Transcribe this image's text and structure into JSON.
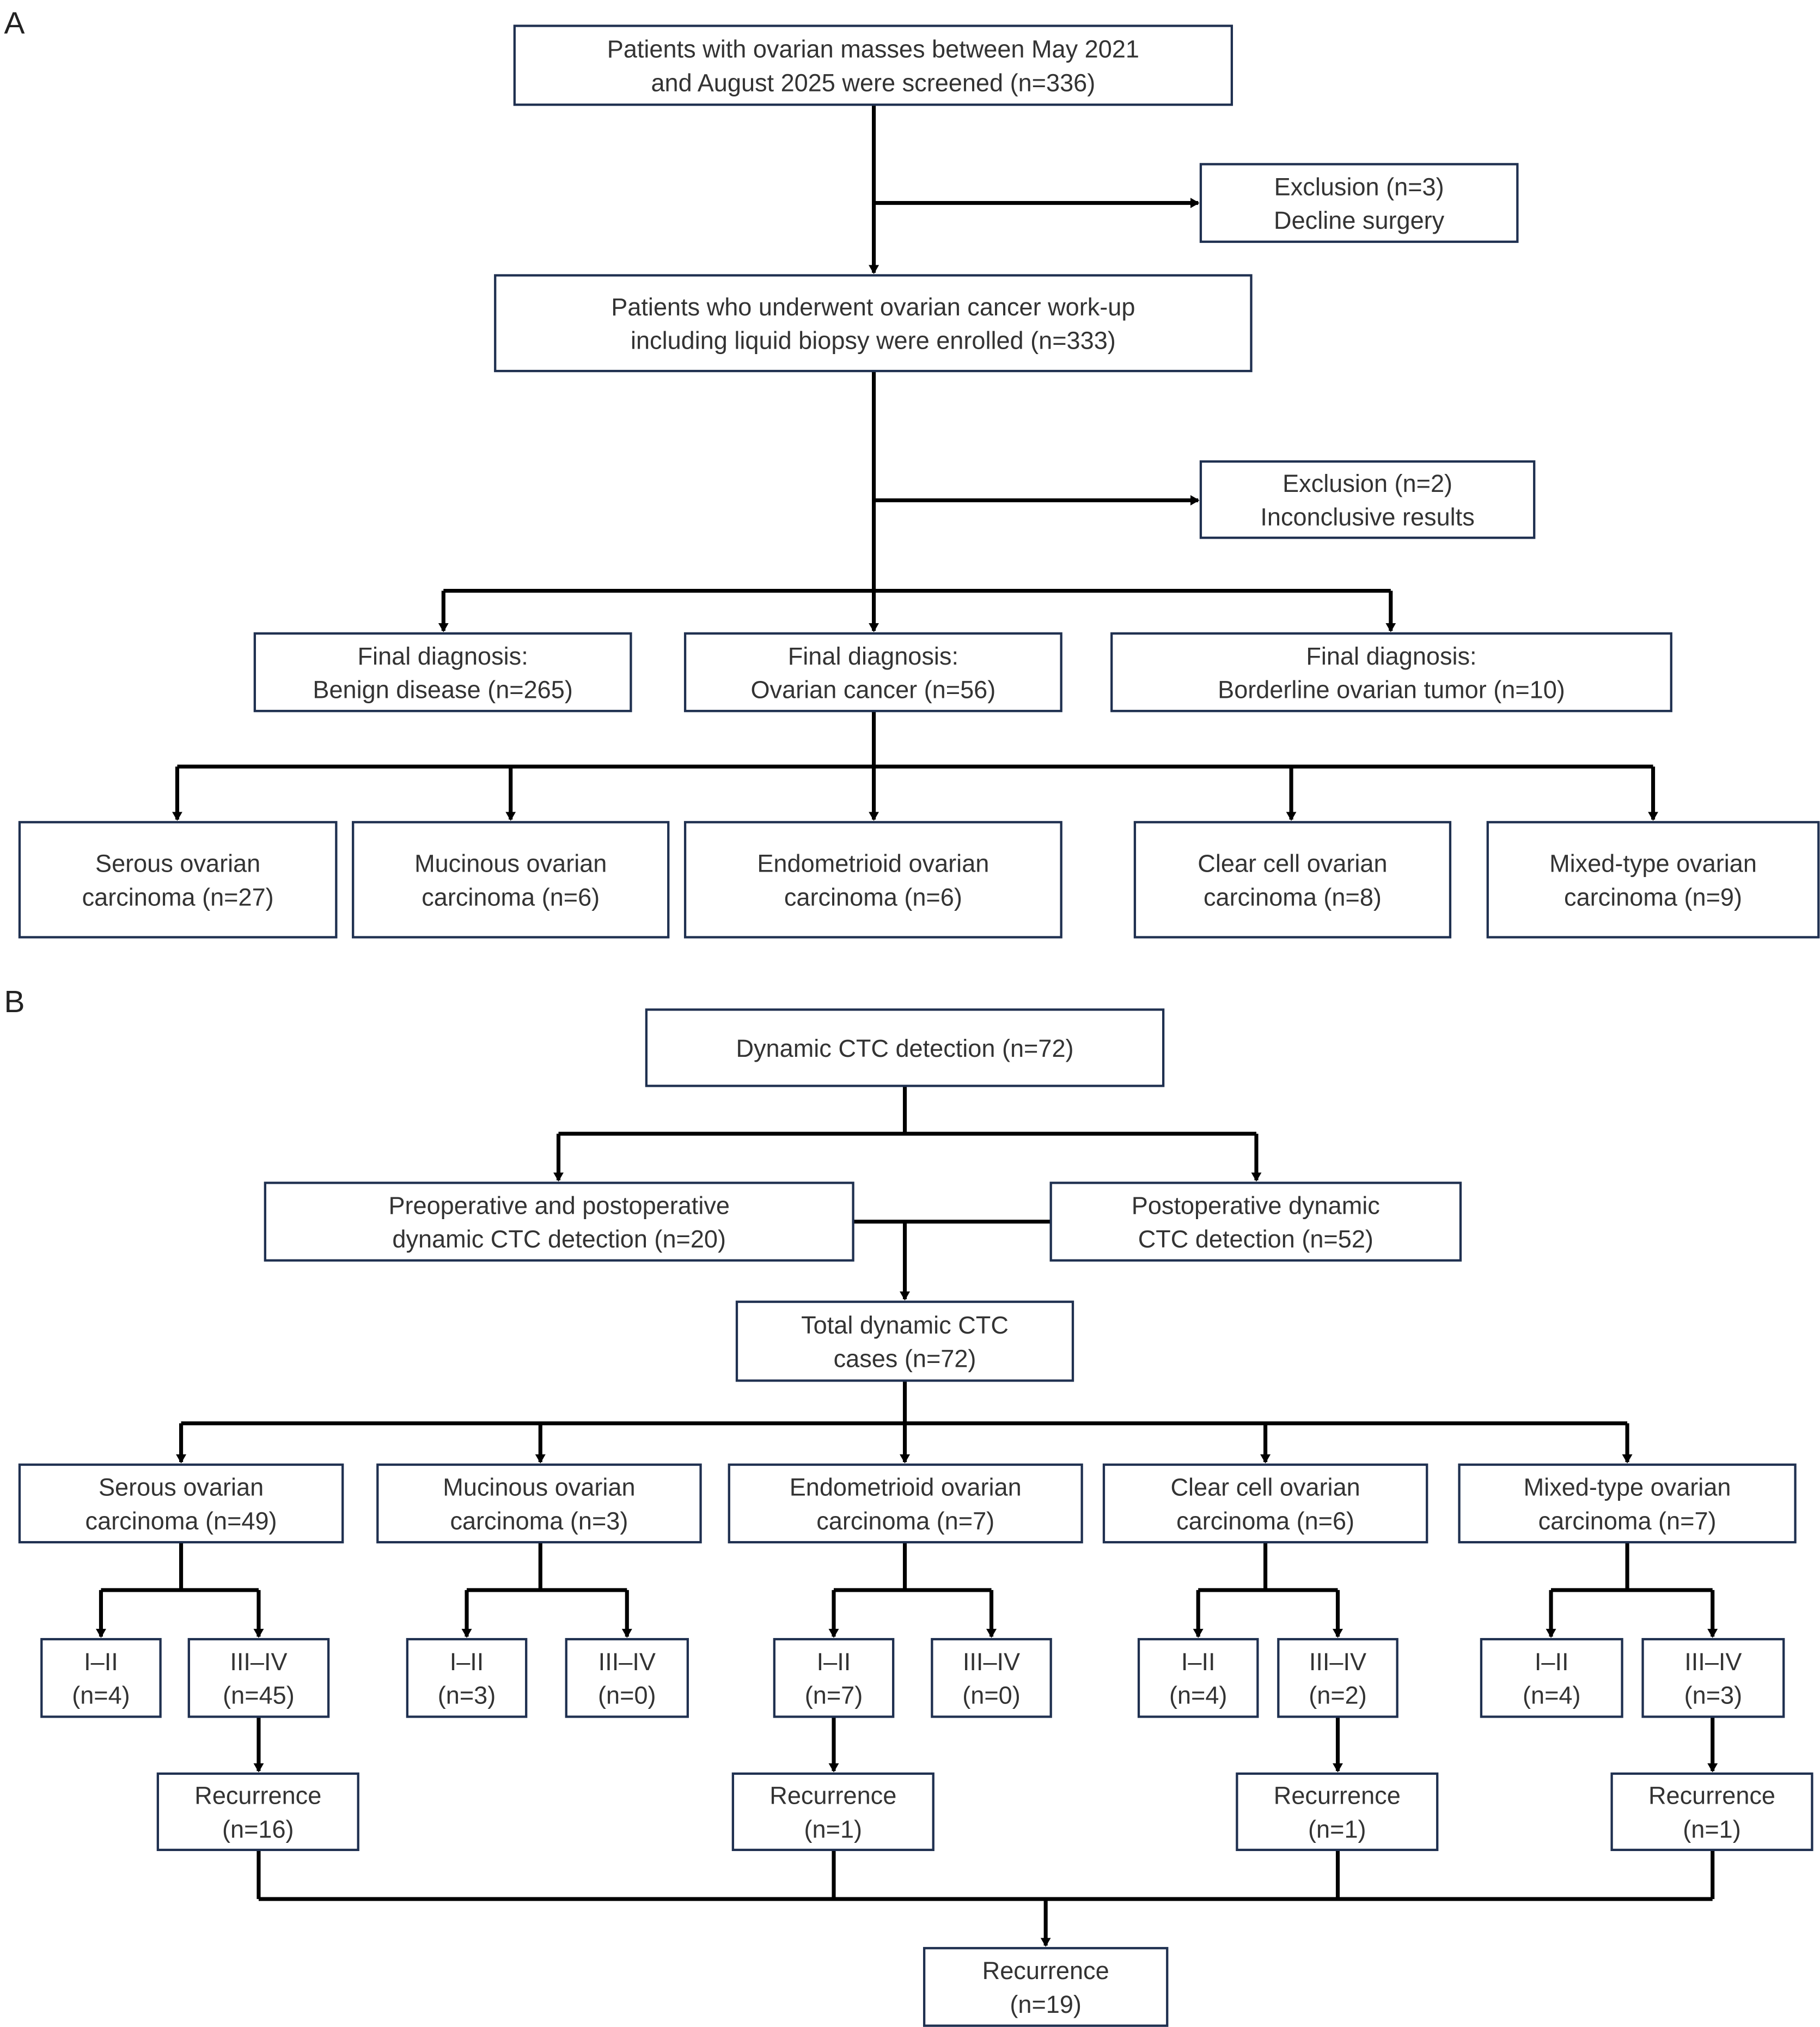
{
  "panel_a": {
    "label": "A",
    "screened": [
      "Patients with ovarian masses between May 2021",
      "and August 2025 were screened (n=336)"
    ],
    "exclusion_1": [
      "Exclusion (n=3)",
      "Decline surgery"
    ],
    "enrolled": [
      "Patients who underwent ovarian cancer work-up",
      "including liquid biopsy were enrolled (n=333)"
    ],
    "exclusion_2": [
      "Exclusion (n=2)",
      "Inconclusive results"
    ],
    "benign": [
      "Final diagnosis:",
      "Benign disease (n=265)"
    ],
    "cancer": [
      "Final diagnosis:",
      "Ovarian cancer (n=56)"
    ],
    "borderline": [
      "Final diagnosis:",
      "Borderline ovarian tumor (n=10)"
    ],
    "serous": [
      "Serous ovarian",
      "carcinoma (n=27)"
    ],
    "mucinous": [
      "Mucinous ovarian",
      "carcinoma (n=6)"
    ],
    "endometrioid": [
      "Endometrioid ovarian",
      "carcinoma (n=6)"
    ],
    "clear_cell": [
      "Clear cell ovarian",
      "carcinoma (n=8)"
    ],
    "mixed": [
      "Mixed-type ovarian",
      "carcinoma (n=9)"
    ]
  },
  "panel_b": {
    "label": "B",
    "dynamic": [
      "Dynamic CTC detection (n=72)"
    ],
    "pre_post": [
      "Preoperative and postoperative",
      "dynamic CTC detection (n=20)"
    ],
    "post": [
      "Postoperative dynamic",
      "CTC detection (n=52)"
    ],
    "total": [
      "Total dynamic CTC",
      "cases (n=72)"
    ],
    "serous": [
      "Serous ovarian",
      "carcinoma (n=49)"
    ],
    "mucinous": [
      "Mucinous ovarian",
      "carcinoma (n=3)"
    ],
    "endometrioid": [
      "Endometrioid ovarian",
      "carcinoma (n=7)"
    ],
    "clear_cell": [
      "Clear cell ovarian",
      "carcinoma (n=6)"
    ],
    "mixed": [
      "Mixed-type ovarian",
      "carcinoma (n=7)"
    ],
    "serous_early": [
      "I–II",
      "(n=4)"
    ],
    "serous_late": [
      "III–IV",
      "(n=45)"
    ],
    "mucinous_early": [
      "I–II",
      "(n=3)"
    ],
    "mucinous_late": [
      "III–IV",
      "(n=0)"
    ],
    "endometrioid_early": [
      "I–II",
      "(n=7)"
    ],
    "endometrioid_late": [
      "III–IV",
      "(n=0)"
    ],
    "clear_cell_early": [
      "I–II",
      "(n=4)"
    ],
    "clear_cell_late": [
      "III–IV",
      "(n=2)"
    ],
    "mixed_early": [
      "I–II",
      "(n=4)"
    ],
    "mixed_late": [
      "III–IV",
      "(n=3)"
    ],
    "serous_recurrence": [
      "Recurrence",
      "(n=16)"
    ],
    "endometrioid_recurrence": [
      "Recurrence",
      "(n=1)"
    ],
    "clear_cell_recurrence": [
      "Recurrence",
      "(n=1)"
    ],
    "mixed_recurrence": [
      "Recurrence",
      "(n=1)"
    ],
    "total_recurrence": [
      "Recurrence",
      "(n=19)"
    ]
  },
  "colors": {
    "box_border": "#1f3050",
    "text": "#333333",
    "connector": "#000000"
  }
}
